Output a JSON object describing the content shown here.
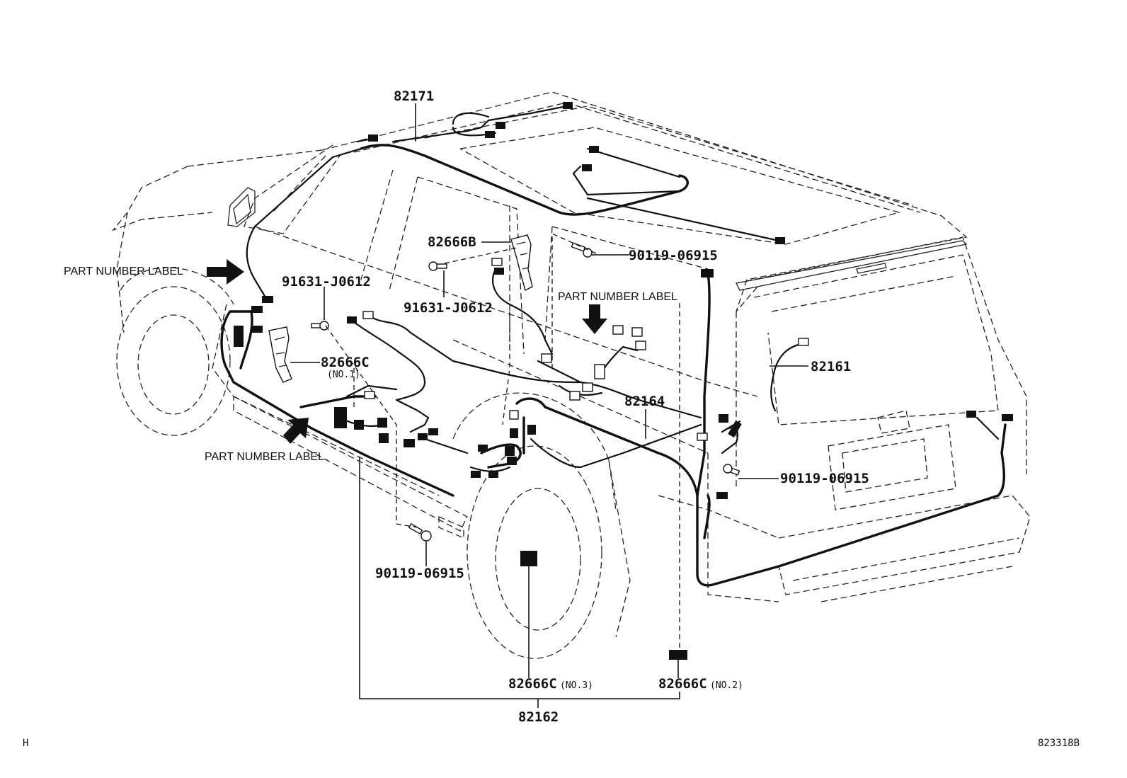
{
  "labels": {
    "p82171": "82171",
    "p82666B": "82666B",
    "p90119_top": "90119-06915",
    "p91631_left": "91631-J0612",
    "p91631_mid": "91631-J0612",
    "p82666C_no1": "82666C",
    "p82666C_no1_sub": "(NO.1)",
    "p82161": "82161",
    "p82164": "82164",
    "p90119_right": "90119-06915",
    "p90119_bottom": "90119-06915",
    "p82666C_no3": "82666C",
    "p82666C_no3_sub": "(NO.3)",
    "p82666C_no2": "82666C",
    "p82666C_no2_sub": "(NO.2)",
    "p82162": "82162",
    "pnl_left": "PART NUMBER LABEL",
    "pnl_center": "PART NUMBER LABEL",
    "pnl_lower": "PART NUMBER LABEL",
    "corner_left": "H",
    "corner_right": "823318B"
  },
  "icons": [
    "arrow-icon",
    "bolt-icon",
    "clip-icon",
    "connector-icon"
  ]
}
